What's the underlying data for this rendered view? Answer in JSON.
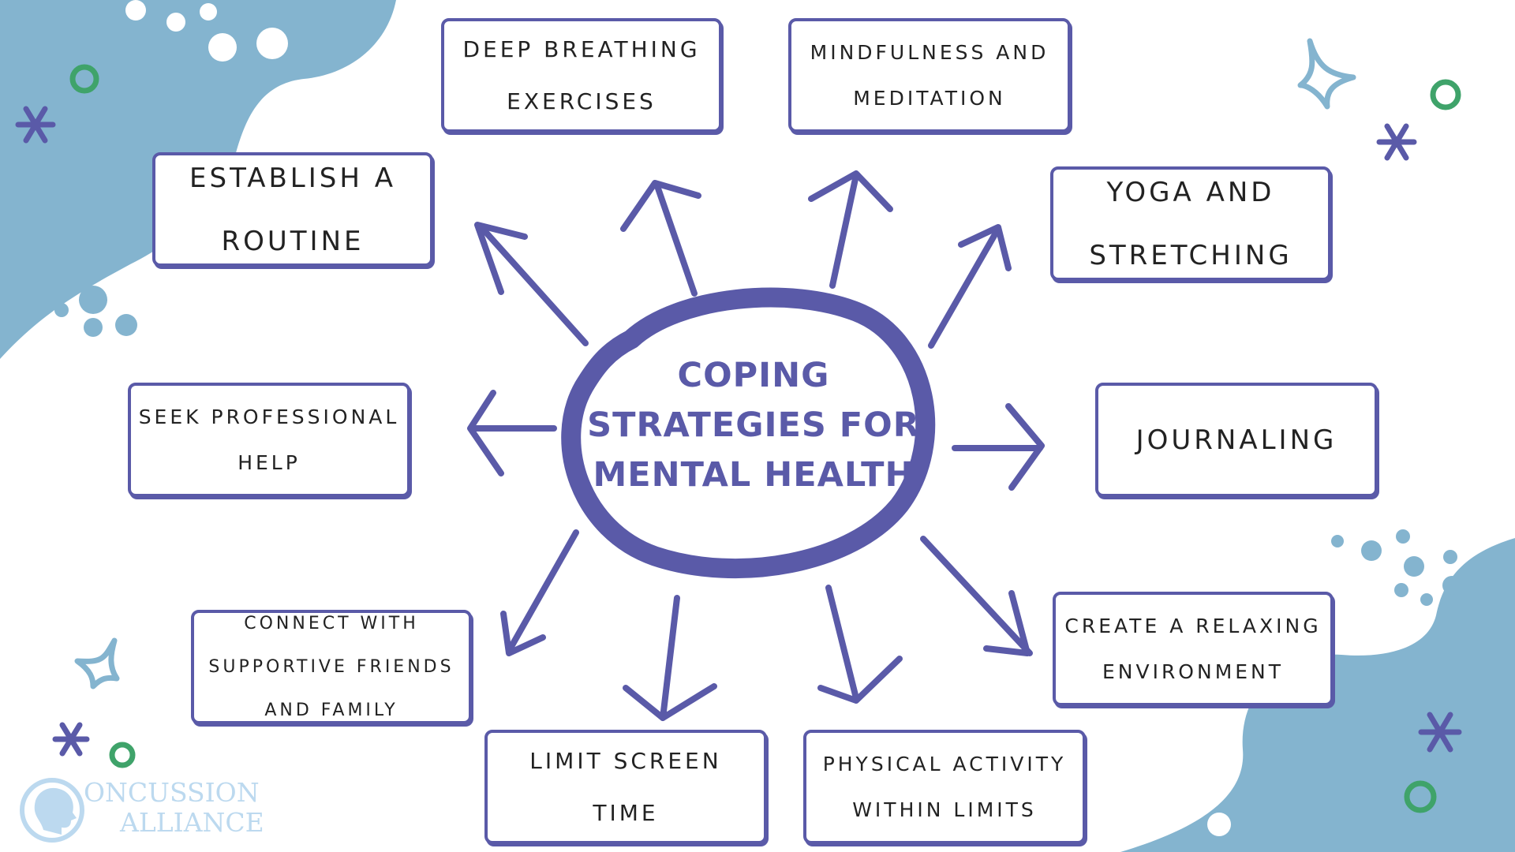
{
  "diagram": {
    "center": {
      "lines": [
        "COPING",
        "STRATEGIES FOR",
        "MENTAL HEALTH"
      ]
    },
    "strategies": [
      {
        "id": "deep-breathing",
        "lines": [
          "DEEP BREATHING",
          "EXERCISES"
        ]
      },
      {
        "id": "mindfulness",
        "lines": [
          "MINDFULNESS AND",
          "MEDITATION"
        ]
      },
      {
        "id": "establish-routine",
        "lines": [
          "ESTABLISH A",
          "ROUTINE"
        ]
      },
      {
        "id": "yoga",
        "lines": [
          "YOGA AND",
          "STRETCHING"
        ]
      },
      {
        "id": "seek-help",
        "lines": [
          "SEEK PROFESSIONAL",
          "HELP"
        ]
      },
      {
        "id": "journaling",
        "lines": [
          "JOURNALING"
        ]
      },
      {
        "id": "connect",
        "lines": [
          "CONNECT WITH",
          "SUPPORTIVE FRIENDS",
          "AND FAMILY"
        ]
      },
      {
        "id": "relaxing-environment",
        "lines": [
          "CREATE A RELAXING",
          "ENVIRONMENT"
        ]
      },
      {
        "id": "limit-screen",
        "lines": [
          "LIMIT SCREEN",
          "TIME"
        ]
      },
      {
        "id": "physical-activity",
        "lines": [
          "PHYSICAL ACTIVITY",
          "WITHIN LIMITS"
        ]
      }
    ]
  },
  "logo": {
    "lines": [
      "ONCUSSION",
      "ALLIANCE"
    ]
  },
  "colors": {
    "accent": "#5a5aa8",
    "blob": "#84b4cf",
    "green": "#3fa36a",
    "light_blue": "#bcd9ef",
    "text": "#222222"
  }
}
